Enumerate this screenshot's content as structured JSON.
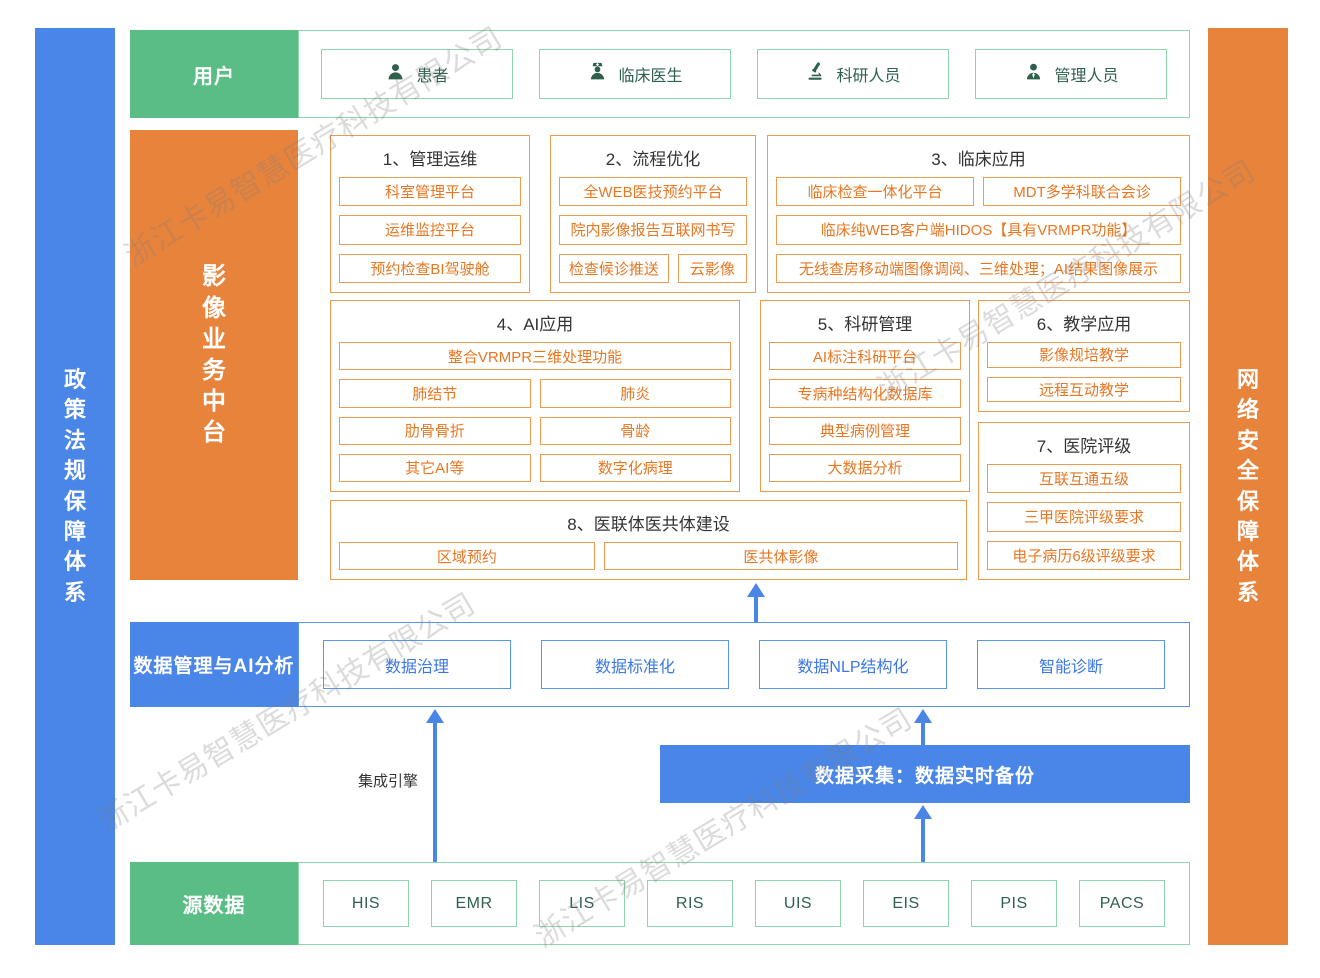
{
  "watermark": {
    "text": "浙江卡易智慧医疗科技有限公司"
  },
  "colors": {
    "green": "#5bbd86",
    "green_border": "#8fd6ae",
    "green_text": "#2e604c",
    "orange": "#e8833c",
    "orange_border": "#ee9a53",
    "orange_text": "#e87722",
    "blue": "#4a86e8",
    "blue_border": "#5b93f0",
    "blue_text": "#3b78e7",
    "group_title_text": "#333333"
  },
  "left_bar": {
    "label": "政策法规保障体系"
  },
  "right_bar": {
    "label": "网络安全保障体系"
  },
  "users": {
    "label": "用户",
    "items": [
      {
        "icon": "patient-icon",
        "label": "患者"
      },
      {
        "icon": "doctor-icon",
        "label": "临床医生"
      },
      {
        "icon": "microscope-icon",
        "label": "科研人员"
      },
      {
        "icon": "admin-icon",
        "label": "管理人员"
      }
    ]
  },
  "middle": {
    "label": "影像业务中台",
    "groups": {
      "g1": {
        "title": "1、管理运维",
        "items": [
          "科室管理平台",
          "运维监控平台",
          "预约检查BI驾驶舱"
        ]
      },
      "g2": {
        "title": "2、流程优化",
        "items": [
          "全WEB医技预约平台",
          "院内影像报告互联网书写",
          "检查候诊推送",
          "云影像"
        ]
      },
      "g3": {
        "title": "3、临床应用",
        "items": [
          "临床检查一体化平台",
          "MDT多学科联合会诊",
          "临床纯WEB客户端HIDOS【具有VRMPR功能】",
          "无线查房移动端图像调阅、三维处理；AI结果图像展示"
        ]
      },
      "g4": {
        "title": "4、AI应用",
        "items": [
          "整合VRMPR三维处理功能",
          "肺结节",
          "肺炎",
          "肋骨骨折",
          "骨龄",
          "其它AI等",
          "数字化病理"
        ]
      },
      "g5": {
        "title": "5、科研管理",
        "items": [
          "AI标注科研平台",
          "专病种结构化数据库",
          "典型病例管理",
          "大数据分析"
        ]
      },
      "g6": {
        "title": "6、教学应用",
        "items": [
          "影像规培教学",
          "远程互动教学"
        ]
      },
      "g7": {
        "title": "7、医院评级",
        "items": [
          "互联互通五级",
          "三甲医院评级要求",
          "电子病历6级评级要求"
        ]
      },
      "g8": {
        "title": "8、医联体医共体建设",
        "items": [
          "区域预约",
          "医共体影像"
        ]
      }
    }
  },
  "data_mgmt": {
    "label": "数据管理与AI分析",
    "items": [
      "数据治理",
      "数据标准化",
      "数据NLP结构化",
      "智能诊断"
    ]
  },
  "integration": {
    "label": "集成引擎"
  },
  "collection": {
    "label": "数据采集：数据实时备份"
  },
  "source": {
    "label": "源数据",
    "items": [
      "HIS",
      "EMR",
      "LIS",
      "RIS",
      "UIS",
      "EIS",
      "PIS",
      "PACS"
    ]
  }
}
